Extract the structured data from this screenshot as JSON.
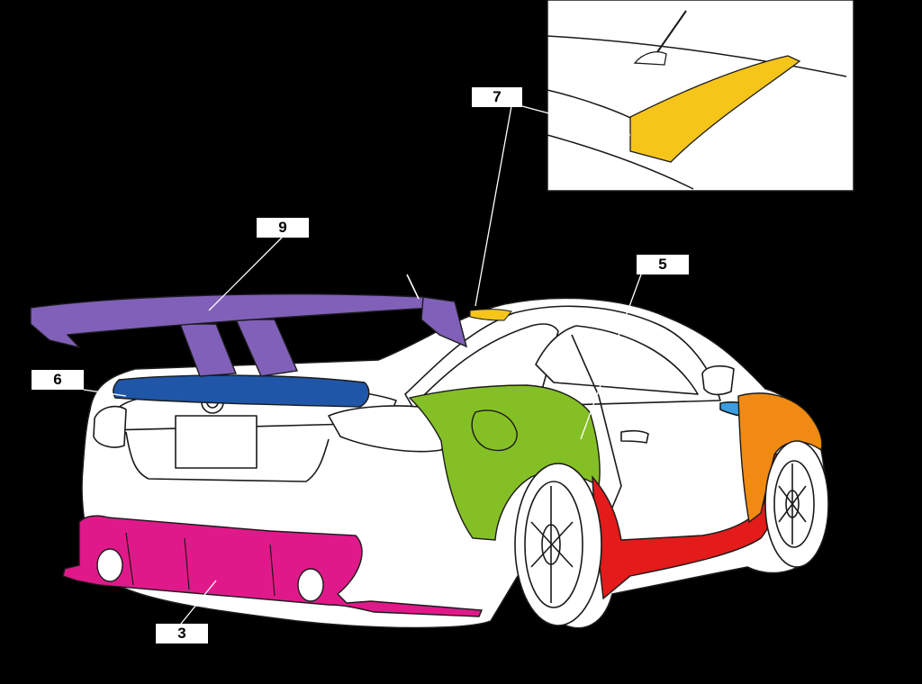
{
  "callouts": {
    "c7": "7",
    "c9": "9",
    "c5": "5",
    "c6": "6",
    "c3": "3"
  },
  "colors": {
    "background": "#000000",
    "body": "#ffffff",
    "outline": "#1a1a1a",
    "wing": "#8060b8",
    "trunk_spoiler": "#1f56a8",
    "roof_spoiler": "#f6c51a",
    "rear_fender": "#85bf26",
    "side_skirt": "#e31b1b",
    "front_fender": "#f08a12",
    "diffuser": "#e0198a",
    "mirror_glass": "#3a9ee0"
  },
  "icons": {
    "badge": "scion-badge-icon"
  }
}
